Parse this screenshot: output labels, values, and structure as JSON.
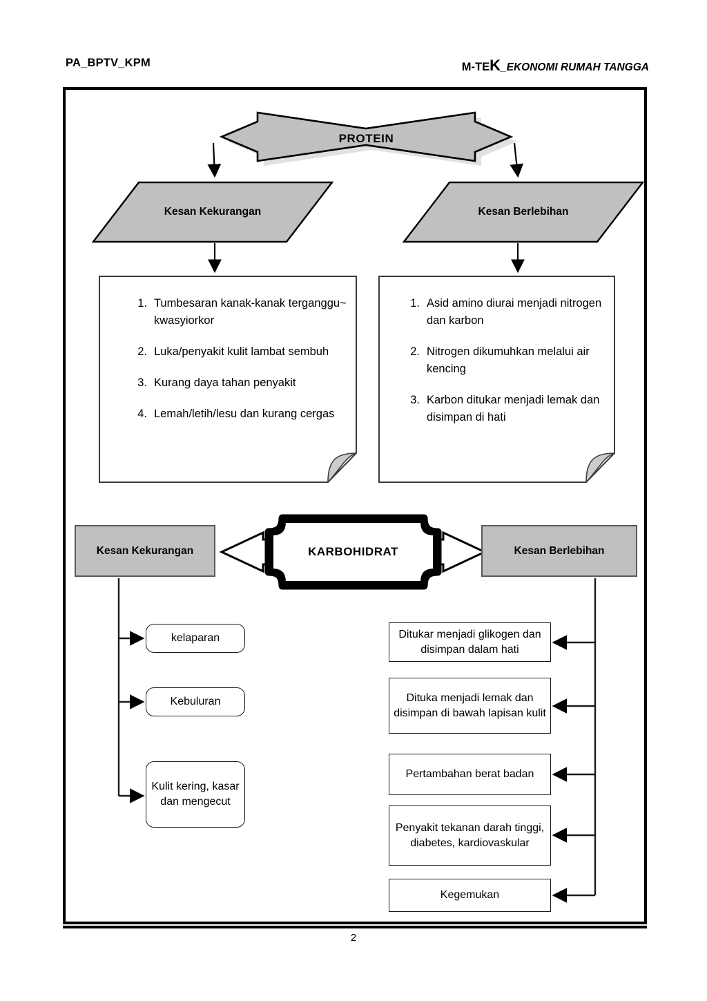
{
  "header": {
    "left": "PA_BPTV_KPM",
    "right_prefix": "M-TE",
    "right_big": "K",
    "right_italic": "_EKONOMI RUMAH TANGGA"
  },
  "footer": {
    "page_number": "2"
  },
  "colors": {
    "fill_gray": "#c0c0c0",
    "border_black": "#000000",
    "box_border": "#595959",
    "shadow_gray": "#b3b3b3"
  },
  "protein_section": {
    "title": "PROTEIN",
    "branches": [
      {
        "label": "Kesan Kekurangan"
      },
      {
        "label": "Kesan Berlebihan"
      }
    ],
    "deficiency_effects": [
      {
        "num": "1.",
        "text": "Tumbesaran kanak-kanak terganggu~ kwasyiorkor"
      },
      {
        "num": "2.",
        "text": "Luka/penyakit kulit lambat sembuh"
      },
      {
        "num": "3.",
        "text": "Kurang daya tahan penyakit"
      },
      {
        "num": "4.",
        "text": "Lemah/letih/lesu dan kurang cergas"
      }
    ],
    "excess_effects": [
      {
        "num": "1.",
        "text": "Asid amino diurai menjadi nitrogen dan karbon"
      },
      {
        "num": "2.",
        "text": "Nitrogen dikumuhkan melalui air kencing"
      },
      {
        "num": "3.",
        "text": "Karbon ditukar menjadi lemak dan disimpan di hati"
      }
    ]
  },
  "karbohidrat_section": {
    "title": "KARBOHIDRAT",
    "left_label": "Kesan Kekurangan",
    "right_label": "Kesan Berlebihan",
    "deficiency_items": [
      {
        "text": "kelaparan"
      },
      {
        "text": "Kebuluran"
      },
      {
        "text": "Kulit kering, kasar dan mengecut"
      }
    ],
    "excess_items": [
      {
        "text": "Ditukar menjadi glikogen dan disimpan dalam hati"
      },
      {
        "text": "Dituka menjadi lemak dan disimpan di bawah lapisan kulit"
      },
      {
        "text": "Pertambahan berat badan"
      },
      {
        "text": "Penyakit tekanan darah tinggi, diabetes, kardiovaskular"
      },
      {
        "text": "Kegemukan"
      }
    ]
  }
}
